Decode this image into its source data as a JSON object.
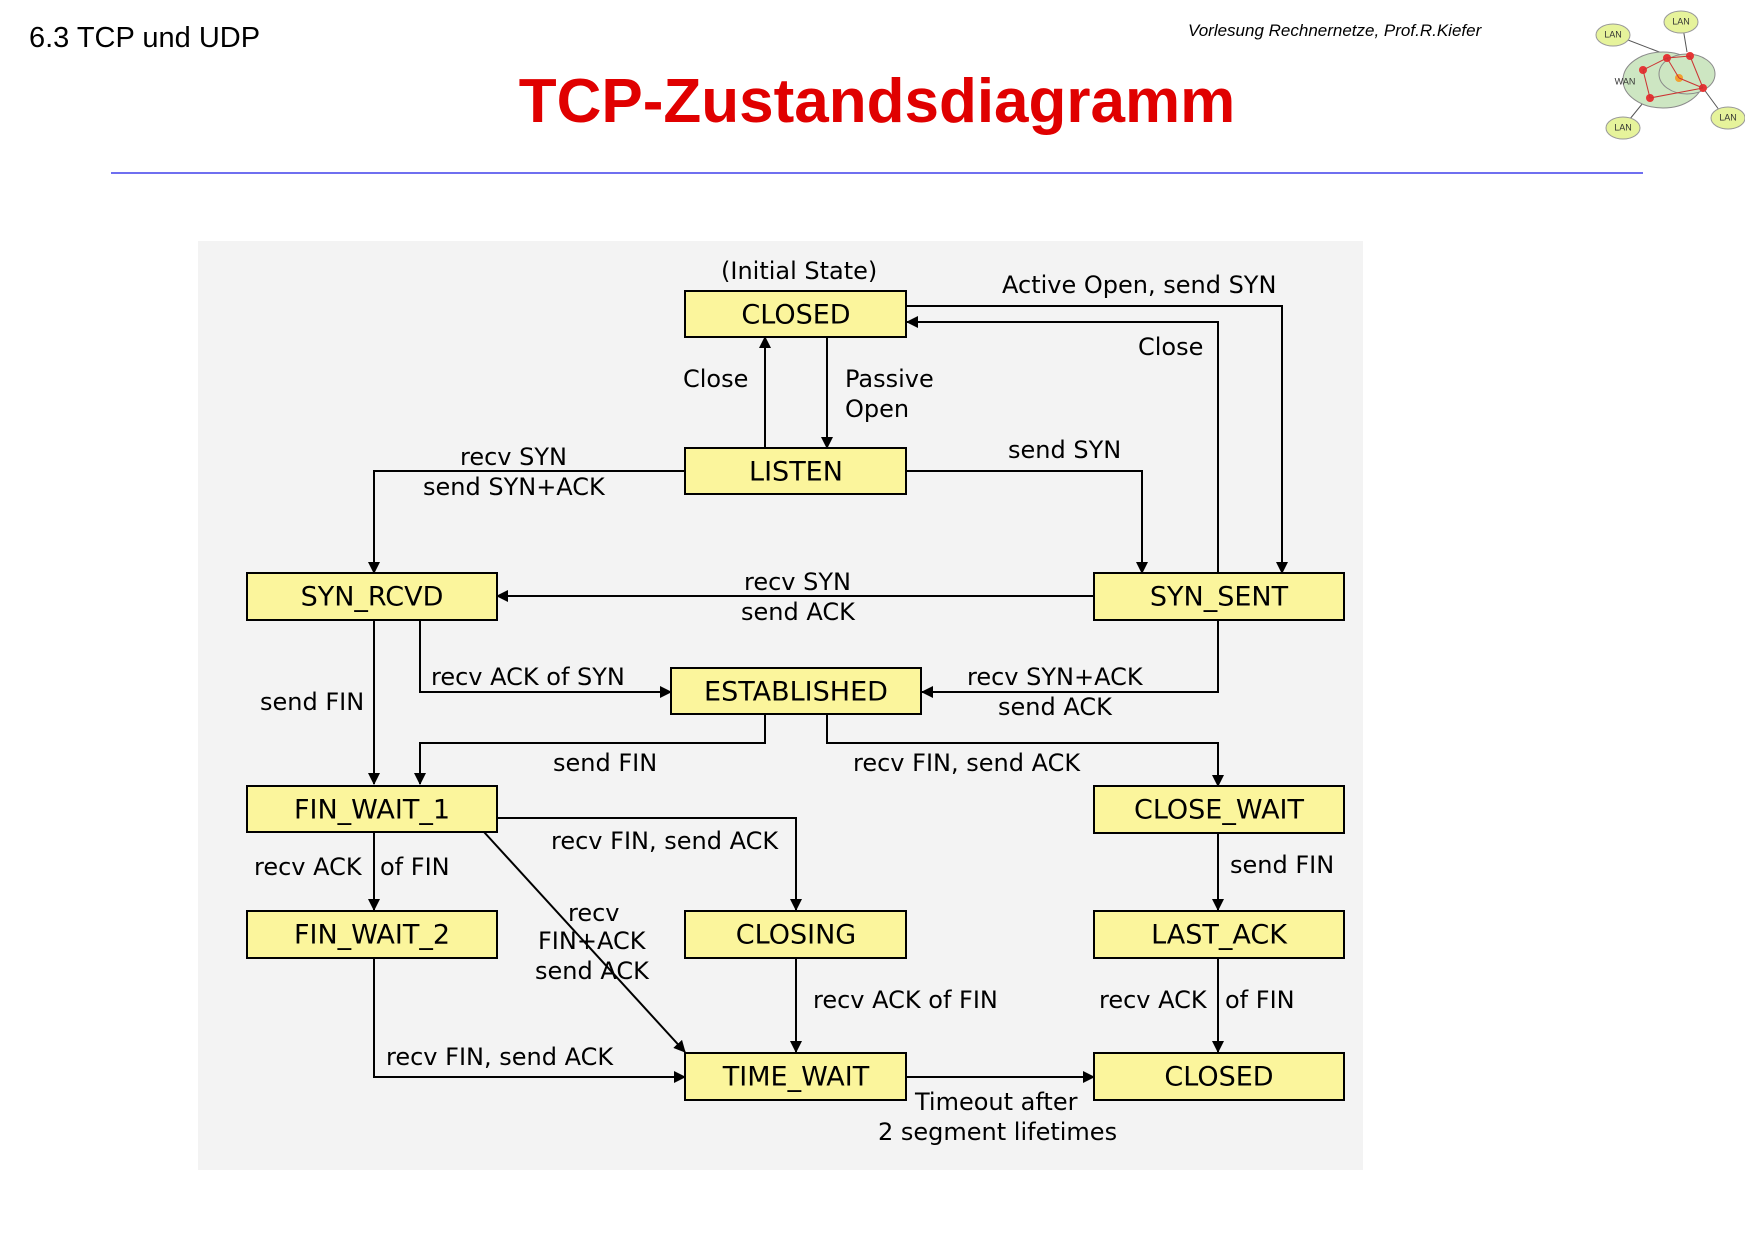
{
  "header": {
    "section": "6.3 TCP und UDP",
    "lecture": "Vorlesung Rechnernetze, Prof.R.Kiefer",
    "title": "TCP-Zustandsdiagramm"
  },
  "logo": {
    "labels": [
      "LAN",
      "LAN",
      "WAN",
      "LAN",
      "LAN"
    ]
  },
  "diagram": {
    "initial_state_note": "(Initial State)",
    "states": {
      "closed_top": "CLOSED",
      "listen": "LISTEN",
      "syn_rcvd": "SYN_RCVD",
      "syn_sent": "SYN_SENT",
      "established": "ESTABLISHED",
      "fin_wait_1": "FIN_WAIT_1",
      "close_wait": "CLOSE_WAIT",
      "fin_wait_2": "FIN_WAIT_2",
      "closing": "CLOSING",
      "last_ack": "LAST_ACK",
      "time_wait": "TIME_WAIT",
      "closed_bottom": "CLOSED"
    },
    "transitions": {
      "active_open": "Active Open, send SYN",
      "close_right": "Close",
      "close_left": "Close",
      "passive_open_1": "Passive",
      "passive_open_2": "Open",
      "listen_synrcvd_1": "recv SYN",
      "listen_synrcvd_2": "send SYN+ACK",
      "listen_synsent": "send SYN",
      "synsent_synrcvd_1": "recv SYN",
      "synsent_synrcvd_2": "send ACK",
      "synrcvd_finwait1": "send FIN",
      "synrcvd_established": "recv ACK of SYN",
      "synsent_established_1": "recv SYN+ACK",
      "synsent_established_2": "send ACK",
      "established_finwait1": "send FIN",
      "established_closewait": "recv FIN, send ACK",
      "finwait1_closing": "recv FIN, send ACK",
      "finwait1_finwait2_1": "recv ACK",
      "finwait1_finwait2_2": "of FIN",
      "finwait1_timewait_1": "recv",
      "finwait1_timewait_2": "FIN+ACK",
      "finwait1_timewait_3": "send ACK",
      "closewait_lastack": "send FIN",
      "closing_timewait": "recv ACK of FIN",
      "lastack_closed_1": "recv ACK",
      "lastack_closed_2": "of FIN",
      "finwait2_timewait": "recv FIN, send ACK",
      "timeout_1": "Timeout after",
      "timeout_2": "2 segment lifetimes"
    }
  }
}
